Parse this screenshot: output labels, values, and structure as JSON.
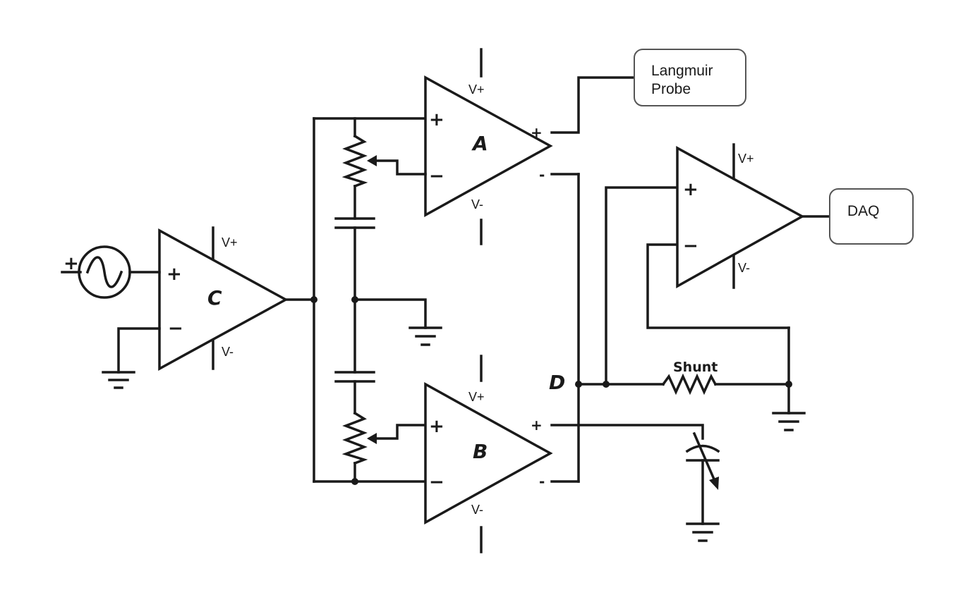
{
  "amplifiers": {
    "a": {
      "label": "A",
      "rail_pos": "V+",
      "rail_neg": "V-",
      "in_pos": "+",
      "in_neg": "−",
      "out_pos": "+",
      "out_neg": "-"
    },
    "b": {
      "label": "B",
      "rail_pos": "V+",
      "rail_neg": "V-",
      "in_pos": "+",
      "in_neg": "−",
      "out_pos": "+",
      "out_neg": "-"
    },
    "c": {
      "label": "C",
      "rail_pos": "V+",
      "rail_neg": "V-",
      "in_pos": "+",
      "in_neg": "−"
    },
    "daq_amp": {
      "rail_pos": "V+",
      "rail_neg": "V-",
      "in_pos": "+",
      "in_neg": "−"
    }
  },
  "source": {
    "sign": "+"
  },
  "node_d": {
    "label": "D"
  },
  "shunt": {
    "label": "Shunt"
  },
  "boxes": {
    "langmuir_line1": "Langmuir",
    "langmuir_line2": "Probe",
    "daq": "DAQ"
  }
}
